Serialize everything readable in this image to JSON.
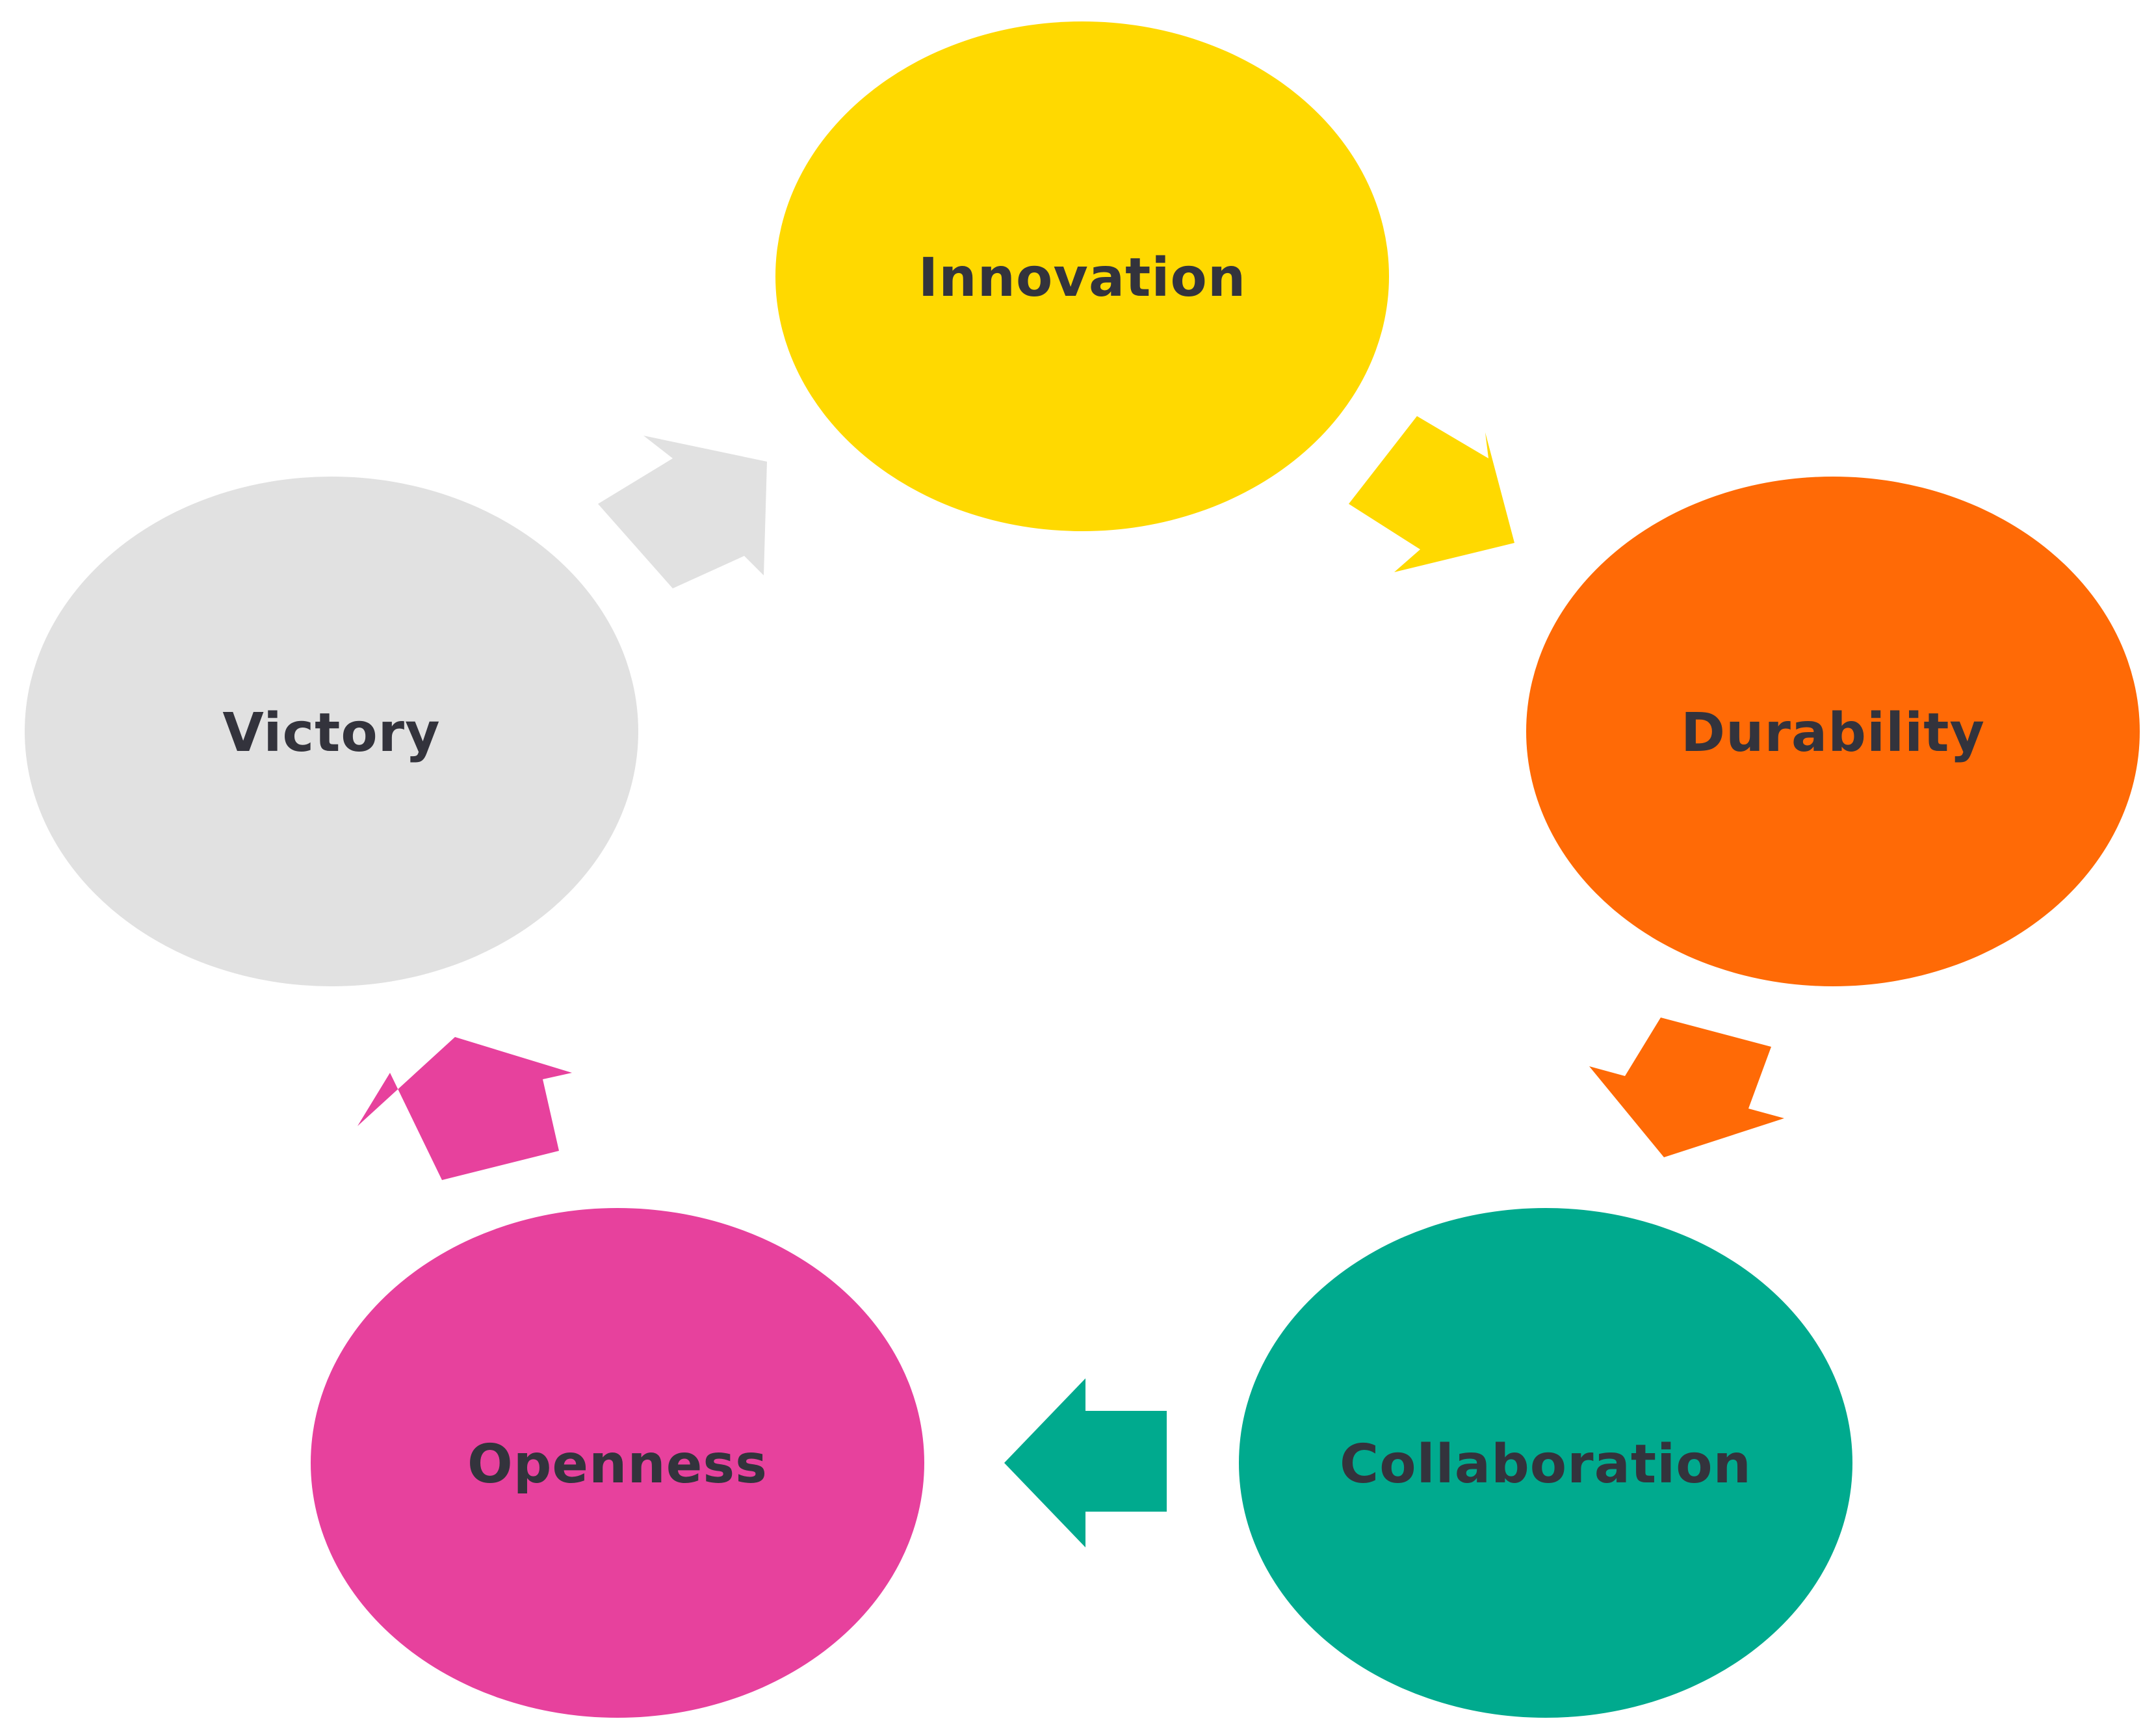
{
  "diagram": {
    "type": "cycle",
    "nodes": [
      {
        "id": "innovation",
        "label": "Innovation",
        "color": "#FFD900"
      },
      {
        "id": "durability",
        "label": "Durability",
        "color": "#FF6A06"
      },
      {
        "id": "collaboration",
        "label": "Collaboration",
        "color": "#00AA8E"
      },
      {
        "id": "openness",
        "label": "Openness",
        "color": "#E7419D"
      },
      {
        "id": "victory",
        "label": "Victory",
        "color": "#E1E1E1"
      }
    ],
    "edges": [
      {
        "from": "innovation",
        "to": "durability",
        "color": "#FFD900"
      },
      {
        "from": "durability",
        "to": "collaboration",
        "color": "#FF6A06"
      },
      {
        "from": "collaboration",
        "to": "openness",
        "color": "#00AA8E"
      },
      {
        "from": "openness",
        "to": "victory",
        "color": "#E7419D"
      },
      {
        "from": "victory",
        "to": "innovation",
        "color": "#E1E1E1"
      }
    ],
    "text_color": "#33333C"
  }
}
